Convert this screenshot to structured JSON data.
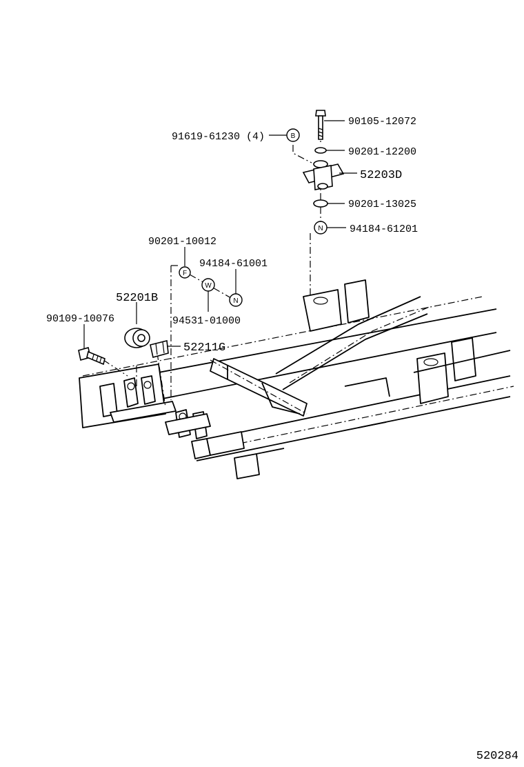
{
  "figure_id": "520284",
  "parts": [
    {
      "id": "p1",
      "number": "90105-12072"
    },
    {
      "id": "p2",
      "number": "91619-61230 (4)",
      "symbol": "B"
    },
    {
      "id": "p3",
      "number": "90201-12200"
    },
    {
      "id": "p4",
      "number": "52203D"
    },
    {
      "id": "p5",
      "number": "90201-13025"
    },
    {
      "id": "p6",
      "number": "94184-61201",
      "symbol": "N"
    },
    {
      "id": "p7",
      "number": "90201-10012",
      "symbol": "F"
    },
    {
      "id": "p8",
      "number": "94184-61001",
      "symbol": "N"
    },
    {
      "id": "p9",
      "number": "52201B"
    },
    {
      "id": "p10",
      "number": "94531-01000",
      "symbol": "W"
    },
    {
      "id": "p11",
      "number": "90109-10076"
    },
    {
      "id": "p12",
      "number": "52211G"
    }
  ]
}
